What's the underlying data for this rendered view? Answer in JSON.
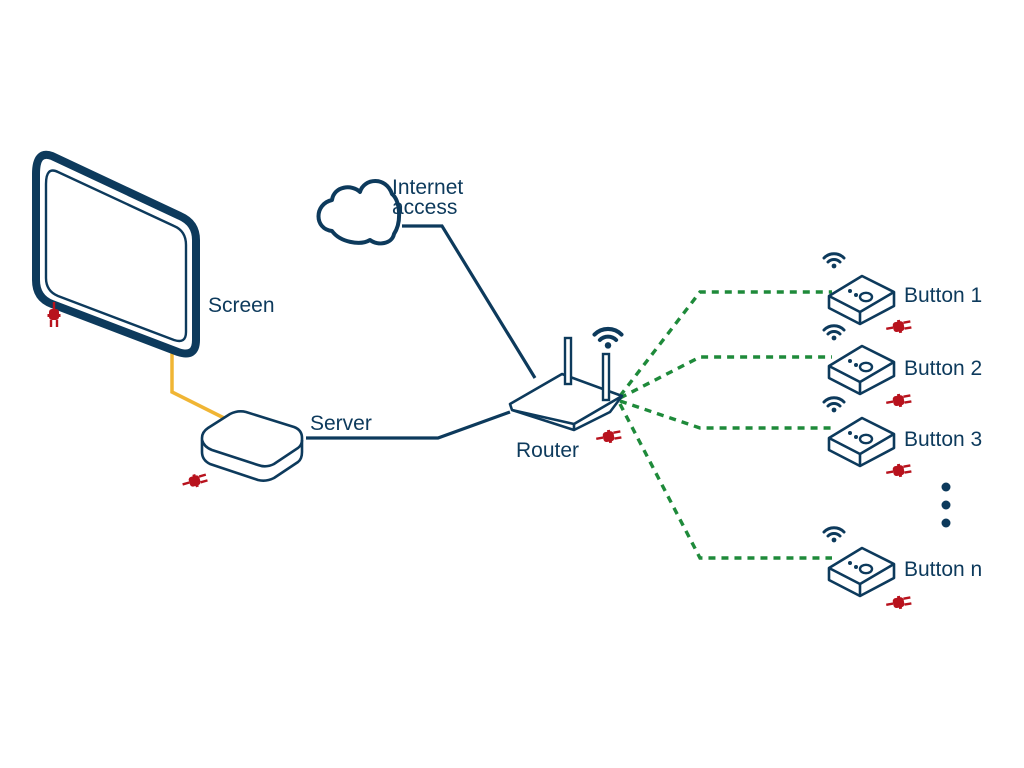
{
  "labels": {
    "screen": "Screen",
    "internet_line1": "Internet",
    "internet_line2": "access",
    "server": "Server",
    "router": "Router",
    "button_1": "Button 1",
    "button_2": "Button 2",
    "button_3": "Button 3",
    "button_n": "Button n"
  },
  "icons": {
    "screen": "monitor-icon",
    "cloud": "cloud-icon",
    "server": "server-box-icon",
    "router": "router-icon",
    "button": "wireless-button-icon",
    "plug": "power-plug-icon",
    "wifi": "wifi-icon",
    "ellipsis": "vertical-ellipsis-icon"
  },
  "colors": {
    "navy": "#0d3a5c",
    "wireless_link": "#1e8a3a",
    "video_cable": "#f0b534",
    "power_plug": "#b8121d"
  }
}
